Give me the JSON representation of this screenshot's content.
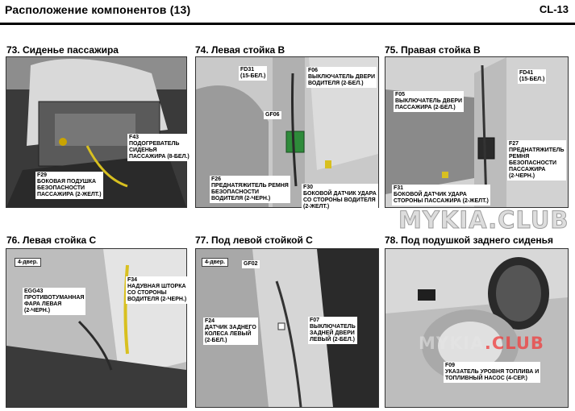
{
  "header": {
    "title": "Расположение компонентов (13)",
    "page_code": "CL-13"
  },
  "panels": [
    {
      "title": "73. Сиденье пассажира",
      "labels": [
        "F43\nПОДОГРЕВАТЕЛЬ\nСИДЕНЬЯ\nПАССАЖИРА (8-БЕЛ.)",
        "F29\nБОКОВАЯ ПОДУШКА\nБЕЗОПАСНОСТИ\nПАССАЖИРА (2-ЖЕЛТ.)"
      ]
    },
    {
      "title": "74. Левая стойка B",
      "labels": [
        "FD31\n(15-БЕЛ.)",
        "F06\nВЫКЛЮЧАТЕЛЬ ДВЕРИ\nВОДИТЕЛЯ (2-БЕЛ.)",
        "GF06",
        "F26\nПРЕДНАТЯЖИТЕЛЬ РЕМНЯ\nБЕЗОПАСНОСТИ\nВОДИТЕЛЯ (2-ЧЕРН.)",
        "F30\nБОКОВОЙ ДАТЧИК УДАРА\nСО СТОРОНЫ ВОДИТЕЛЯ\n(2-ЖЕЛТ.)"
      ]
    },
    {
      "title": "75. Правая стойка B",
      "labels": [
        "FD41\n(15-БЕЛ.)",
        "F05\nВЫКЛЮЧАТЕЛЬ ДВЕРИ\nПАССАЖИРА (2-БЕЛ.)",
        "F27\nПРЕДНАТЯЖИТЕЛЬ\nРЕМНЯ\nБЕЗОПАСНОСТИ\nПАССАЖИРА\n(2-ЧЕРН.)",
        "F31\nБОКОВОЙ ДАТЧИК УДАРА\nСТОРОНЫ ПАССАЖИРА (2-ЖЕЛТ.)"
      ]
    },
    {
      "title": "76. Левая стойка C",
      "tag": "4-двер.",
      "labels": [
        "EGG43\nПРОТИВОТУМАННАЯ\nФАРА ЛЕВАЯ\n(2-ЧЕРН.)",
        "F34\nНАДУВНАЯ ШТОРКА\nСО СТОРОНЫ\nВОДИТЕЛЯ (2-ЧЕРН.)"
      ]
    },
    {
      "title": "77. Под левой стойкой C",
      "tag": "4-двер.",
      "labels": [
        "GF02",
        "F24\nДАТЧИК ЗАДНЕГО\nКОЛЕСА ЛЕВЫЙ\n(2-БЕЛ.)",
        "F07\nВЫКЛЮЧАТЕЛЬ\nЗАДНЕЙ ДВЕРИ\nЛЕВЫЙ (2-БЕЛ.)"
      ]
    },
    {
      "title": "78. Под подушкой заднего сиденья",
      "labels": [
        "F09\nУКАЗАТЕЛЬ УРОВНЯ ТОПЛИВА И\nТОПЛИВНЫЙ НАСОС (4-СЕР.)"
      ]
    }
  ],
  "watermark": {
    "main": "MYKIA.CLUB",
    "small_a": "MYKIA",
    "small_b": ".CLUB"
  },
  "colors": {
    "photo_dark": "#2a2a2a",
    "photo_light": "#cfcfcf",
    "wire_yellow": "#d8c020",
    "connector_green": "#2e8b3a",
    "watermark_red": "#f03c3c"
  }
}
